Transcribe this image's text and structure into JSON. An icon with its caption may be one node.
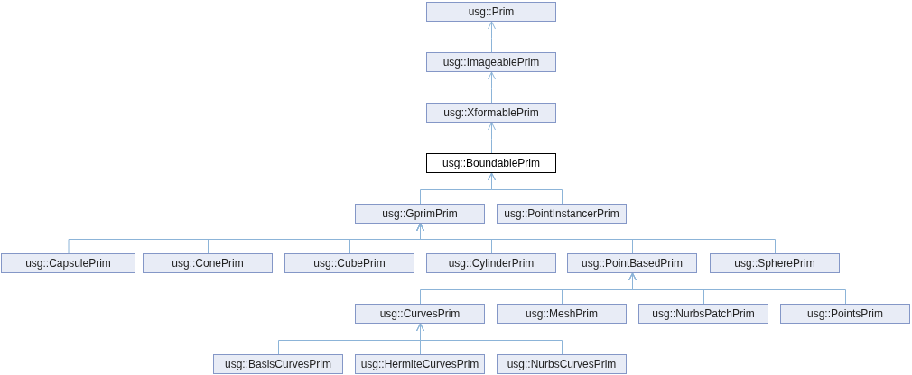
{
  "diagram": {
    "nodes": [
      {
        "text": [
          "usg::Prim"
        ]
      },
      {
        "text": [
          "usg::ImageablePrim"
        ]
      },
      {
        "text": [
          "usg::XformablePrim"
        ]
      },
      {
        "text": [
          "usg::BoundablePrim"
        ]
      },
      {
        "text": [
          "usg::GprimPrim"
        ]
      },
      {
        "text": [
          "usg::PointInstancerPrim"
        ]
      },
      {
        "text": [
          "usg::CapsulePrim"
        ]
      },
      {
        "text": [
          "usg::ConePrim"
        ]
      },
      {
        "text": [
          "usg::CubePrim"
        ]
      },
      {
        "text": [
          "usg::CylinderPrim"
        ]
      },
      {
        "text": [
          "usg::PointBasedPrim"
        ]
      },
      {
        "text": [
          "usg::SpherePrim"
        ]
      },
      {
        "text": [
          "usg::CurvesPrim"
        ]
      },
      {
        "text": [
          "usg::MeshPrim"
        ]
      },
      {
        "text": [
          "usg::NurbsPatchPrim"
        ]
      },
      {
        "text": [
          "usg::PointsPrim"
        ]
      },
      {
        "text": [
          "usg::BasisCurvesPrim"
        ]
      },
      {
        "text": [
          "usg::HermiteCurvesPrim"
        ]
      },
      {
        "text": [
          "usg::NurbsCurvesPrim"
        ]
      }
    ],
    "edges": [
      {
        "from": 1,
        "to": 0,
        "arrow": "to"
      },
      {
        "from": 2,
        "to": 1,
        "arrow": "to"
      },
      {
        "from": 3,
        "to": 2,
        "arrow": "to"
      },
      {
        "from": 4,
        "to": 3,
        "arrow": "to"
      },
      {
        "from": 5,
        "to": 3,
        "arrow": "to"
      },
      {
        "from": 6,
        "to": 4,
        "arrow": "to"
      },
      {
        "from": 7,
        "to": 4,
        "arrow": "to"
      },
      {
        "from": 8,
        "to": 4,
        "arrow": "to"
      },
      {
        "from": 9,
        "to": 4,
        "arrow": "to"
      },
      {
        "from": 10,
        "to": 4,
        "arrow": "to"
      },
      {
        "from": 11,
        "to": 4,
        "arrow": "to"
      },
      {
        "from": 12,
        "to": 10,
        "arrow": "to"
      },
      {
        "from": 13,
        "to": 10,
        "arrow": "to"
      },
      {
        "from": 14,
        "to": 10,
        "arrow": "to"
      },
      {
        "from": 15,
        "to": 10,
        "arrow": "to"
      },
      {
        "from": 16,
        "to": 12,
        "arrow": "to"
      },
      {
        "from": 17,
        "to": 12,
        "arrow": "to"
      },
      {
        "from": 18,
        "to": 12,
        "arrow": "to"
      }
    ]
  }
}
